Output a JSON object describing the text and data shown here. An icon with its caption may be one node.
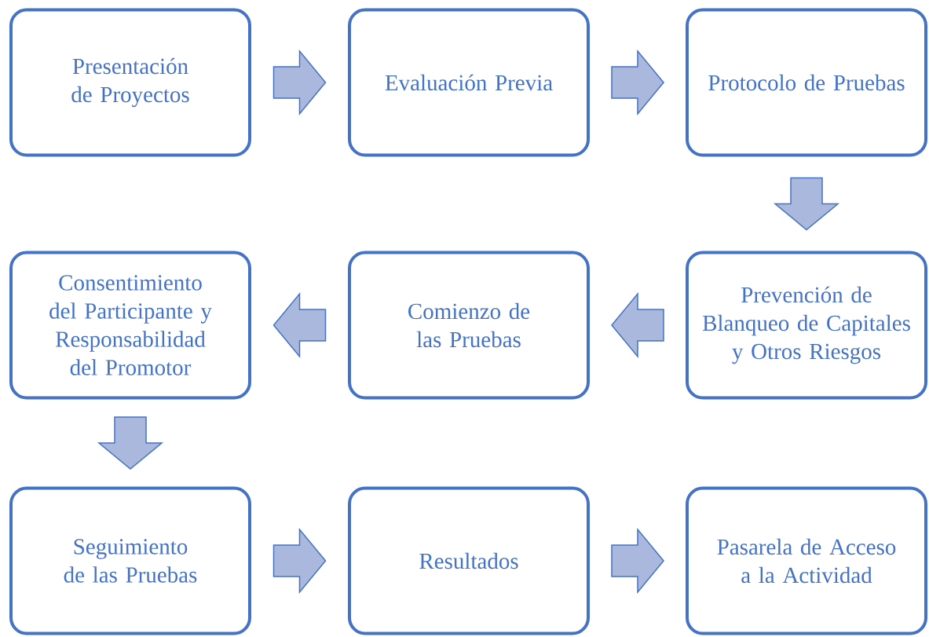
{
  "diagram": {
    "nodes": [
      {
        "text": [
          "Presentación de Proyectos"
        ]
      },
      {
        "text": [
          "Evaluación Previa"
        ]
      },
      {
        "text": [
          "Protocolo de Pruebas"
        ]
      },
      {
        "text": [
          "Consentimiento del Participante y Responsabilidad del Promotor"
        ]
      },
      {
        "text": [
          "Comienzo de las Pruebas"
        ]
      },
      {
        "text": [
          "Prevención de Blanqueo de Capitales y Otros Riesgos"
        ]
      },
      {
        "text": [
          "Seguimiento de las Pruebas"
        ]
      },
      {
        "text": [
          "Resultados"
        ]
      },
      {
        "text": [
          "Pasarela de Acceso a la Actividad"
        ]
      }
    ],
    "edges": [
      {
        "from": 0,
        "to": 1,
        "arrow": "to"
      },
      {
        "from": 1,
        "to": 2,
        "arrow": "to"
      },
      {
        "from": 2,
        "to": 5,
        "arrow": "to"
      },
      {
        "from": 5,
        "to": 4,
        "arrow": "to"
      },
      {
        "from": 4,
        "to": 3,
        "arrow": "to"
      },
      {
        "from": 3,
        "to": 6,
        "arrow": "to"
      },
      {
        "from": 6,
        "to": 7,
        "arrow": "to"
      },
      {
        "from": 7,
        "to": 8,
        "arrow": "to"
      }
    ]
  }
}
